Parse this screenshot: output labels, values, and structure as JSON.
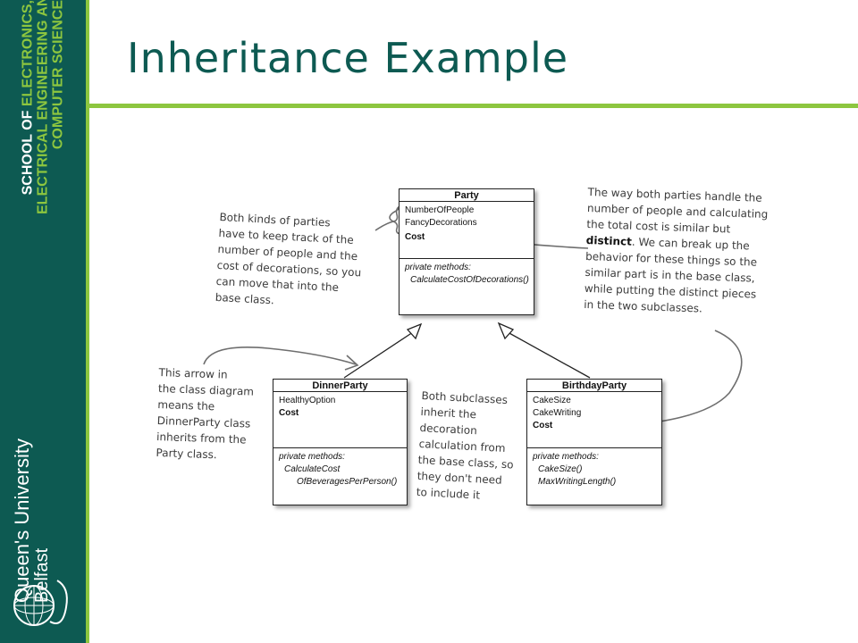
{
  "sidebar": {
    "school_line1_a": "SCHOOL OF ",
    "school_line1_b": "ELECTRONICS,",
    "school_line2": "ELECTRICAL ENGINEERING AND",
    "school_line3": "COMPUTER SCIENCE",
    "university_name": "Queen's University",
    "university_city": "Belfast",
    "colors": {
      "background": "#0d5a52",
      "accent": "#8dc63f"
    }
  },
  "title": "Inheritance Example",
  "party": {
    "name": "Party",
    "attributes": [
      "NumberOfPeople",
      "FancyDecorations"
    ],
    "bold_attribute": "Cost",
    "methods_header": "private methods:",
    "methods": [
      "CalculateCostOfDecorations()"
    ]
  },
  "dinner_party": {
    "name": "DinnerParty",
    "attributes": [
      "HealthyOption"
    ],
    "bold_attribute": "Cost",
    "methods_header": "private methods:",
    "method_line1": "CalculateCost",
    "method_line2": "OfBeveragesPerPerson()"
  },
  "birthday_party": {
    "name": "BirthdayParty",
    "attributes": [
      "CakeSize",
      "CakeWriting"
    ],
    "bold_attribute": "Cost",
    "methods_header": "private methods:",
    "methods": [
      "CakeSize()",
      "MaxWritingLength()"
    ]
  },
  "notes": {
    "left_top": [
      "Both kinds of parties",
      "have to keep track of the",
      "number of people and the",
      "cost of decorations, so you",
      "can move that into the",
      "base class."
    ],
    "right_top_l1": "The way both parties handle the",
    "right_top_l2": "number of people and calculating",
    "right_top_l3": "the total cost is similar but",
    "right_top_bold": "distinct",
    "right_top_l4_rest": ". We can break up the",
    "right_top_l5": "behavior for these things so the",
    "right_top_l6": "similar part is in the base class,",
    "right_top_l7": "while putting the distinct pieces",
    "right_top_l8": "in the two subclasses.",
    "left_bottom": [
      "This arrow in",
      "the class diagram",
      "means the",
      "DinnerParty class",
      "inherits from the",
      "Party class."
    ],
    "center_bottom": [
      "Both subclasses",
      "inherit the",
      "decoration",
      "calculation from",
      "the base class, so",
      "they don't need",
      "to include it"
    ]
  }
}
